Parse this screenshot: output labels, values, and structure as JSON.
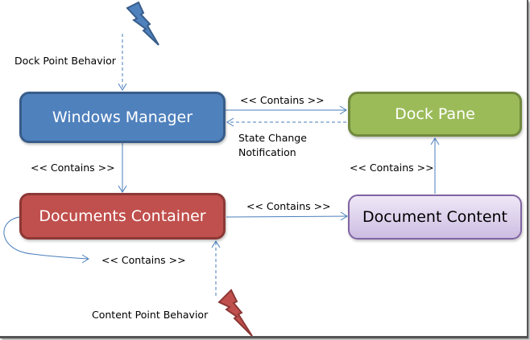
{
  "diagram": {
    "nodes": {
      "windows_manager": {
        "label": "Windows Manager",
        "color": "#4f81bd"
      },
      "dock_pane": {
        "label": "Dock Pane",
        "color": "#9bbb59"
      },
      "documents_container": {
        "label": "Documents Container",
        "color": "#c0504d"
      },
      "document_content": {
        "label": "Document Content",
        "color": "#e4dcf0"
      }
    },
    "edges": {
      "dock_point_behavior": "Dock Point Behavior",
      "wm_contains_dp": "<< Contains >>",
      "state_change_line1": "State Change",
      "state_change_line2": "Notification",
      "wm_contains_dc": "<< Contains >>",
      "dcn_contains_dp": "<< Contains >>",
      "dc_contains_dcn": "<< Contains >>",
      "dc_self_contains": "<< Contains >>",
      "content_point_behavior": "Content Point Behavior"
    },
    "icons": {
      "top_bolt": "lightning-bolt-blue",
      "bottom_bolt": "lightning-bolt-red"
    }
  }
}
